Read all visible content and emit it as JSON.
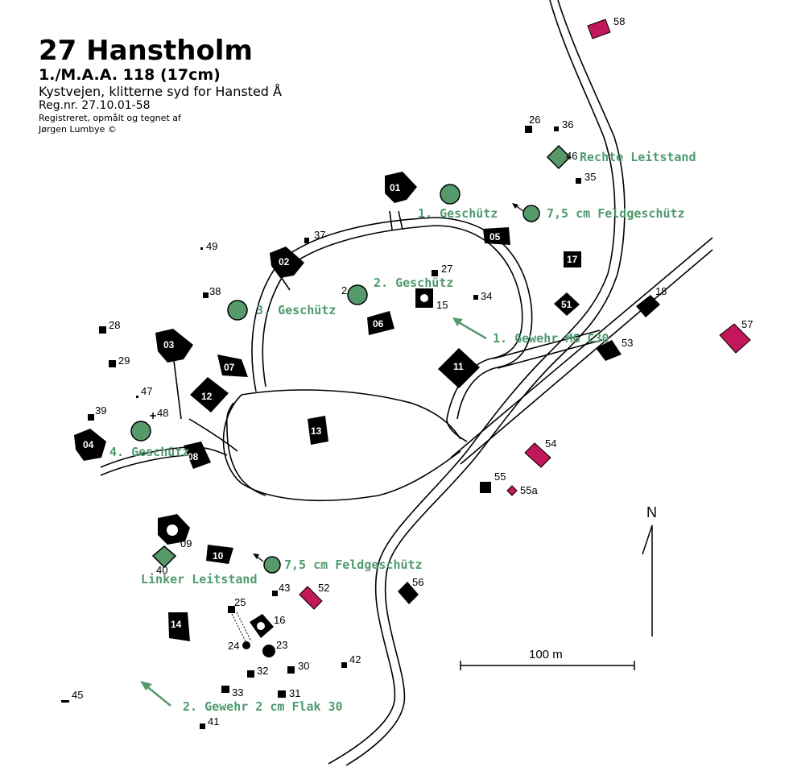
{
  "header": {
    "title": "27 Hanstholm",
    "subtitle": "1./M.A.A. 118 (17cm)",
    "location": "Kystvejen, klitterne syd for Hansted Å",
    "reg": "Reg.nr. 27.10.01-58",
    "credit1": "Registreret, opmålt og tegnet af",
    "credit2": "Jørgen Lumbye ©"
  },
  "colors": {
    "gun_green": "#569a6c",
    "label_green": "#4f9a6e",
    "magenta": "#c2185b",
    "black": "#000000"
  },
  "labels": {
    "rechte_leitstand": "Rechte Leitstand",
    "g1": "1. Geschütz",
    "feldgeschuetz_top": "7,5 cm Feldgeschütz",
    "g2": "2. Geschütz",
    "g3": "3. Geschütz",
    "mg": "1. Gewehr MG C30",
    "g4": "4. Geschütz",
    "feldgeschuetz_bottom": "7,5 cm Feldgeschütz",
    "linker_leitstand": "Linker Leitstand",
    "flak": "2. Gewehr 2 cm Flak 30"
  },
  "numbers": {
    "n01": "01",
    "n02": "02",
    "n03": "03",
    "n04": "04",
    "n05": "05",
    "n06": "06",
    "n07": "07",
    "n08": "08",
    "n09": "09",
    "n10": "10",
    "n11": "11",
    "n12": "12",
    "n13": "13",
    "n14": "14",
    "n15": "15",
    "n16": "16",
    "n17": "17",
    "n18": "18",
    "n23": "23",
    "n24": "24",
    "n25": "25",
    "n26": "26",
    "n27": "27",
    "n28": "28",
    "n29": "29",
    "n2": "2",
    "n30": "30",
    "n31": "31",
    "n32": "32",
    "n33": "33",
    "n34": "34",
    "n35": "35",
    "n36": "36",
    "n37": "37",
    "n38": "38",
    "n39": "39",
    "n40": "40",
    "n41": "41",
    "n42": "42",
    "n43": "43",
    "n45": "45",
    "n46": "46",
    "n47": "47",
    "n48": "48",
    "n49": "49",
    "n51": "51",
    "n52": "52",
    "n53": "53",
    "n54": "54",
    "n55": "55",
    "n55a": "55a",
    "n56": "56",
    "n57": "57",
    "n58": "58"
  },
  "north": "N",
  "scale": "100 m",
  "icons": {
    "north_arrow": "north-arrow-icon",
    "cross": "cross-marker-icon"
  }
}
